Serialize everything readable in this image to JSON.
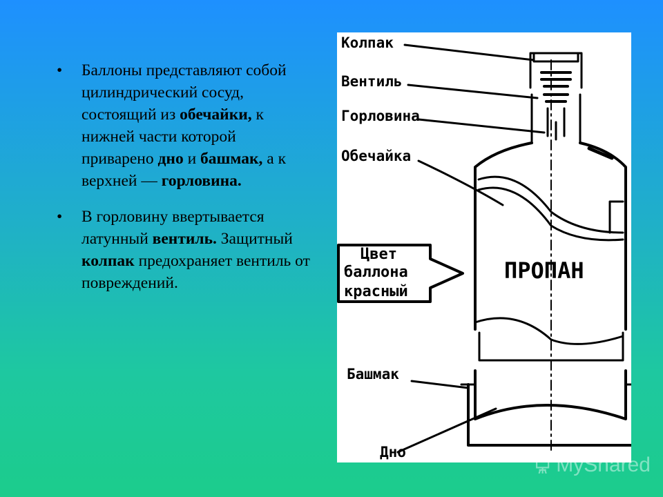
{
  "bullets": [
    {
      "parts": [
        {
          "text": "Баллоны представляют собой цилиндрический сосуд, состоящий из ",
          "bold": false
        },
        {
          "text": "обечайки,",
          "bold": true
        },
        {
          "text": " к нижней части которой приварено ",
          "bold": false
        },
        {
          "text": "дно",
          "bold": true
        },
        {
          "text": " и ",
          "bold": false
        },
        {
          "text": "башмак,",
          "bold": true
        },
        {
          "text": " а к верхней — ",
          "bold": false
        },
        {
          "text": "горловина.",
          "bold": true
        }
      ]
    },
    {
      "parts": [
        {
          "text": " В горловину ввертывается латунный ",
          "bold": false
        },
        {
          "text": "вентиль.",
          "bold": true
        },
        {
          "text": " Защитный ",
          "bold": false
        },
        {
          "text": "колпак",
          "bold": true
        },
        {
          "text": " предохраняет вентиль от повреждений.",
          "bold": false
        }
      ]
    }
  ],
  "bullet_symbol": "•",
  "figure": {
    "labels": {
      "kolpak": "Колпак",
      "ventil": "Вентиль",
      "gorlovina": "Горловина",
      "obechaika": "Обечайка",
      "color_line1": "Цвет",
      "color_line2": "баллона",
      "color_line3": "красный",
      "gas_name": "ПРОПАН",
      "bashmak": "Башмак",
      "dno": "Дно"
    }
  },
  "watermark": {
    "text": "MyShared",
    "icon": "presentation-board-icon"
  },
  "colors": {
    "bg_top": "#1e90ff",
    "bg_bottom": "#1ccc8c",
    "figure_bg": "#ffffff"
  }
}
